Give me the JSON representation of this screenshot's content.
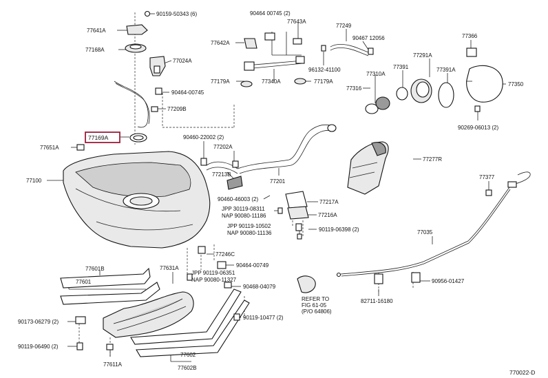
{
  "diagram_id": "770022-D",
  "highlight_label": "77169A",
  "callouts": {
    "c77641A": "77641A",
    "c77168A": "77168A",
    "c90159": "90159-50343 (6)",
    "c77024A": "77024A",
    "c90464_00745": "90464-00745",
    "c77209B": "77209B",
    "c77651A": "77651A",
    "c77100": "77100",
    "c90464_00745b": "90464  00745 (2)",
    "c77643A": "77643A",
    "c77642A": "77642A",
    "c77179A_l": "77179A",
    "c77340A": "77340A",
    "c77179A_r": "77179A",
    "c77249": "77249",
    "c90467": "90467  12056",
    "c96132": "96132-41100",
    "c77310A": "77310A",
    "c77316": "77316",
    "c77391": "77391",
    "c77291A": "77291A",
    "c77391A": "77391A",
    "c77366": "77366",
    "c77350": "77350",
    "c90269": "90269-06013 (2)",
    "c90460_22002": "90460-22002 (2)",
    "c77202A": "77202A",
    "c77213B": "77213B",
    "c77201": "77201",
    "c77277R": "77277R",
    "c90460_46003": "90460-46003 (2)",
    "c77217A": "77217A",
    "c77216A": "77216A",
    "c77377": "77377",
    "c77035": "77035",
    "c77246C": "77246C",
    "c90464_00749": "90464-00749",
    "c77601B": "77601B",
    "c77601": "77601",
    "c77631A": "77631A",
    "c90468_04079": "90468-04079",
    "c90173": "90173-06279 (2)",
    "c90119_10477": "90119-10477 (2)",
    "c90119_06490": "90119-06490 (2)",
    "c77611A": "77611A",
    "c77602": "77602",
    "c77602B": "77602B",
    "c90956": "90956-01427",
    "c82711": "82711-16180",
    "c90119_06398": "90119-06398 (2)"
  },
  "ref_groups": {
    "jpp1": [
      "JPP 30119-08311",
      "NAP 90080-11186"
    ],
    "jpp2": [
      "JPP 90119-10502",
      "NAP 90080-11136"
    ],
    "jpp3": [
      "JPP 90119-06351",
      "NAP 90080-11327"
    ],
    "refer": [
      "REFER  TO",
      "FIG  61-05",
      "(P/O  64806)"
    ]
  },
  "colors": {
    "highlight_box": "#9b1c3a",
    "line": "#222222",
    "part_fill": "#e9e9e9"
  }
}
